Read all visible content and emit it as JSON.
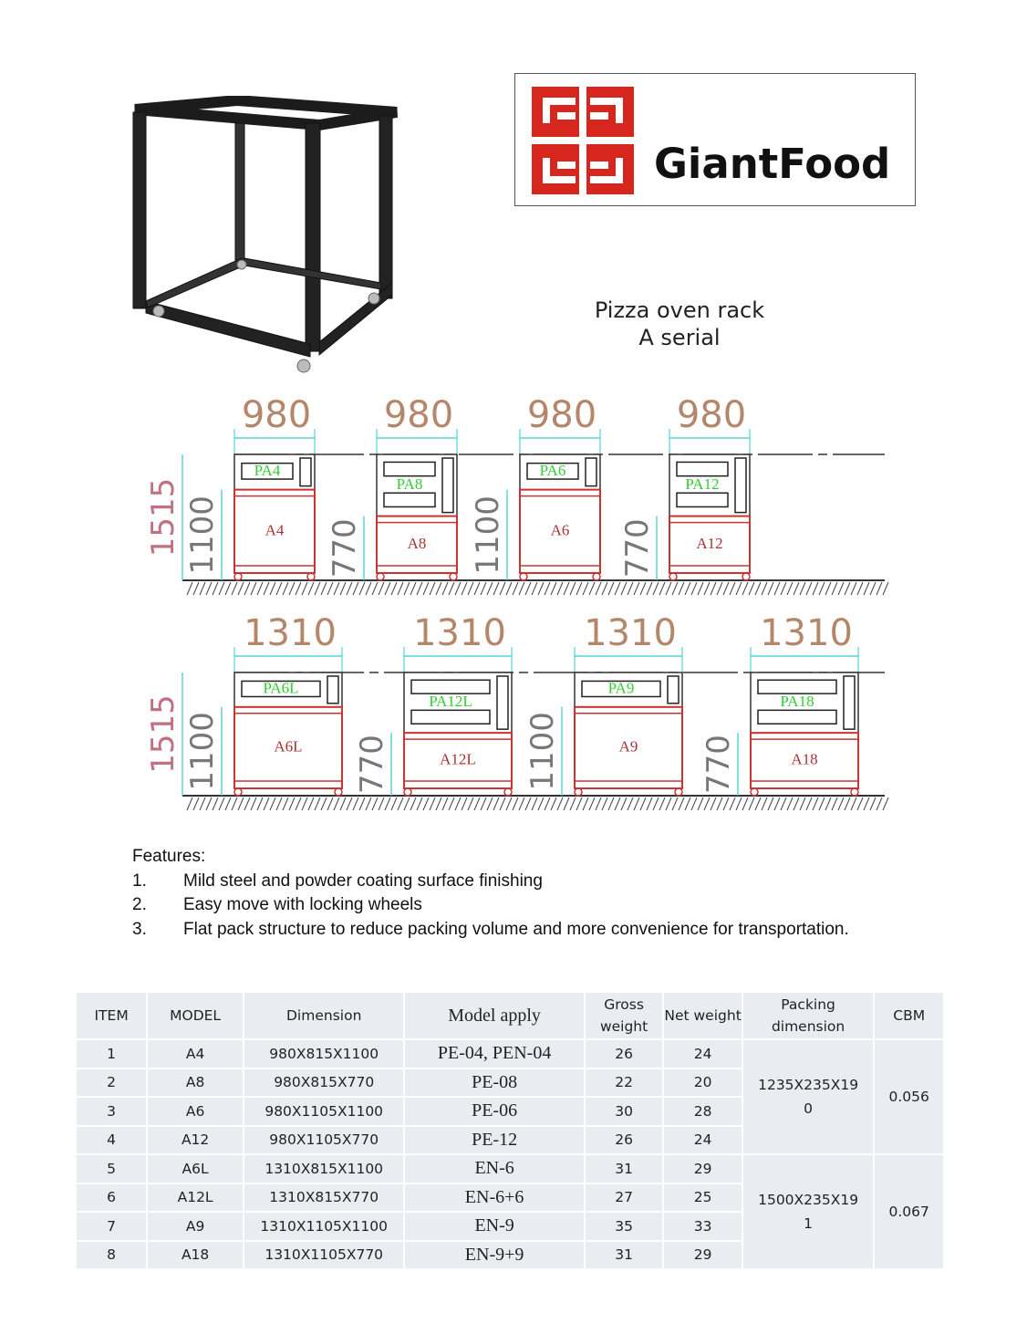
{
  "brand": {
    "name": "GiantFood",
    "primary_color": "#d7261e"
  },
  "title": {
    "line1": "Pizza oven rack",
    "line2": "A serial"
  },
  "diagram": {
    "rows": [
      {
        "width_label": "980",
        "total_height_label": "1515",
        "units": [
          {
            "model": "A4",
            "oven": "PA4",
            "stand_height": "1100",
            "decks": 1
          },
          {
            "model": "A8",
            "oven": "PA8",
            "stand_height": "770",
            "decks": 2
          },
          {
            "model": "A6",
            "oven": "PA6",
            "stand_height": "1100",
            "decks": 1
          },
          {
            "model": "A12",
            "oven": "PA12",
            "stand_height": "770",
            "decks": 2
          }
        ]
      },
      {
        "width_label": "1310",
        "total_height_label": "1515",
        "units": [
          {
            "model": "A6L",
            "oven": "PA6L",
            "stand_height": "1100",
            "decks": 1
          },
          {
            "model": "A12L",
            "oven": "PA12L",
            "stand_height": "770",
            "decks": 2
          },
          {
            "model": "A9",
            "oven": "PA9",
            "stand_height": "1100",
            "decks": 1
          },
          {
            "model": "A18",
            "oven": "PA18",
            "stand_height": "770",
            "decks": 2
          }
        ]
      }
    ]
  },
  "features": {
    "heading": "Features:",
    "items": [
      {
        "num": "1.",
        "text": "Mild steel and powder coating surface finishing"
      },
      {
        "num": "2.",
        "text": "Easy move with locking wheels"
      },
      {
        "num": "3.",
        "text": "Flat pack structure to reduce packing volume and more convenience for transportation."
      }
    ]
  },
  "table": {
    "headers": [
      "ITEM",
      "MODEL",
      "Dimension",
      "Model apply",
      "Gross weight",
      "Net weight",
      "Packing dimension",
      "CBM"
    ],
    "rows": [
      [
        "1",
        "A4",
        "980X815X1100",
        "PE-04, PEN-04",
        "26",
        "24"
      ],
      [
        "2",
        "A8",
        "980X815X770",
        "PE-08",
        "22",
        "20"
      ],
      [
        "3",
        "A6",
        "980X1105X1100",
        "PE-06",
        "30",
        "28"
      ],
      [
        "4",
        "A12",
        "980X1105X770",
        "PE-12",
        "26",
        "24"
      ],
      [
        "5",
        "A6L",
        "1310X815X1100",
        "EN-6",
        "31",
        "29"
      ],
      [
        "6",
        "A12L",
        "1310X815X770",
        "EN-6+6",
        "27",
        "25"
      ],
      [
        "7",
        "A9",
        "1310X1105X1100",
        "EN-9",
        "35",
        "33"
      ],
      [
        "8",
        "A18",
        "1310X1105X770",
        "EN-9+9",
        "31",
        "29"
      ]
    ],
    "groups": [
      {
        "packing_line1": "1235X235X19",
        "packing_line2": "0",
        "cbm": "0.056"
      },
      {
        "packing_line1": "1500X235X19",
        "packing_line2": "1",
        "cbm": "0.067"
      }
    ]
  }
}
